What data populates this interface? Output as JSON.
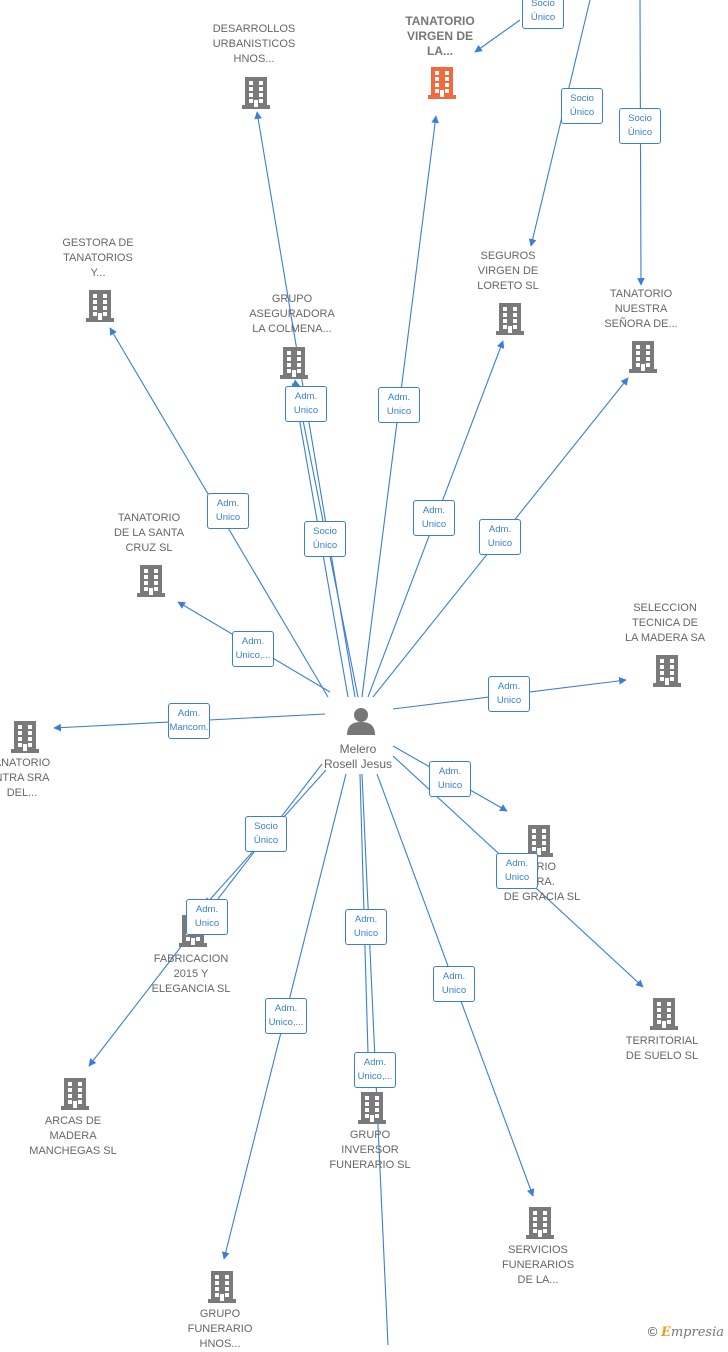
{
  "colors": {
    "edge": "#3a7fd5",
    "building": "#7a7a7a",
    "building_main": "#f26a3c",
    "text": "#666666"
  },
  "person": {
    "name": "Melero\nRosell Jesus",
    "icon": "person-icon"
  },
  "companies": [
    {
      "id": "tanatorio-virgen",
      "label": "TANATORIO\nVIRGEN DE\nLA...",
      "main": true
    },
    {
      "id": "desarrollos",
      "label": "DESARROLLOS\nURBANISTICOS\nHNOS..."
    },
    {
      "id": "gestora",
      "label": "GESTORA DE\nTANATORIOS\nY..."
    },
    {
      "id": "colmena",
      "label": "GRUPO\nASEGURADORA\nLA COLMENA..."
    },
    {
      "id": "seguros-loreto",
      "label": "SEGUROS\nVIRGEN DE\nLORETO  SL"
    },
    {
      "id": "tanatorio-nuestra",
      "label": "TANATORIO\nNUESTRA\nSEÑORA DE..."
    },
    {
      "id": "santa-cruz",
      "label": "TANATORIO\nDE LA SANTA\nCRUZ  SL"
    },
    {
      "id": "seleccion",
      "label": "SELECCION\nTECNICA DE\nLA MADERA SA"
    },
    {
      "id": "ntra-sra",
      "label": "ANATORIO\nNTRA SRA\nDEL..."
    },
    {
      "id": "gracia",
      "label": "ORIO\nSRA.\nDE GRACIA SL"
    },
    {
      "id": "fabricacion",
      "label": "FABRICACION\n2015 Y\nELEGANCIA  SL"
    },
    {
      "id": "territorial",
      "label": "TERRITORIAL\nDE SUELO  SL"
    },
    {
      "id": "arcas",
      "label": "ARCAS DE\nMADERA\nMANCHEGAS SL"
    },
    {
      "id": "inversor",
      "label": "GRUPO\nINVERSOR\nFUNERARIO SL"
    },
    {
      "id": "servicios",
      "label": "SERVICIOS\nFUNERARIOS\nDE LA..."
    },
    {
      "id": "grupo-funerario",
      "label": "GRUPO\nFUNERARIO\nHNOS..."
    }
  ],
  "edge_labels": [
    "Socio\nÚnico",
    "Socio\nÚnico",
    "Socio\nÚnico",
    "Adm.\nUnico",
    "Adm.\nUnico",
    "Adm.\nUnico",
    "Socio\nÚnico",
    "Adm.\nUnico",
    "Adm.\nUnico",
    "Adm.\nUnico,...",
    "Adm.\nUnico",
    "Adm.\nMancom.",
    "Adm.\nUnico",
    "Socio\nÚnico",
    "Adm.\nUnico",
    "Adm.\nUnico",
    "Adm.\nUnico",
    "Adm.\nUnico,...",
    "Adm.\nUnico",
    "Adm.\nUnico,..."
  ],
  "brand": {
    "copyright": "©",
    "first_letter": "E",
    "rest": "mpresia"
  }
}
